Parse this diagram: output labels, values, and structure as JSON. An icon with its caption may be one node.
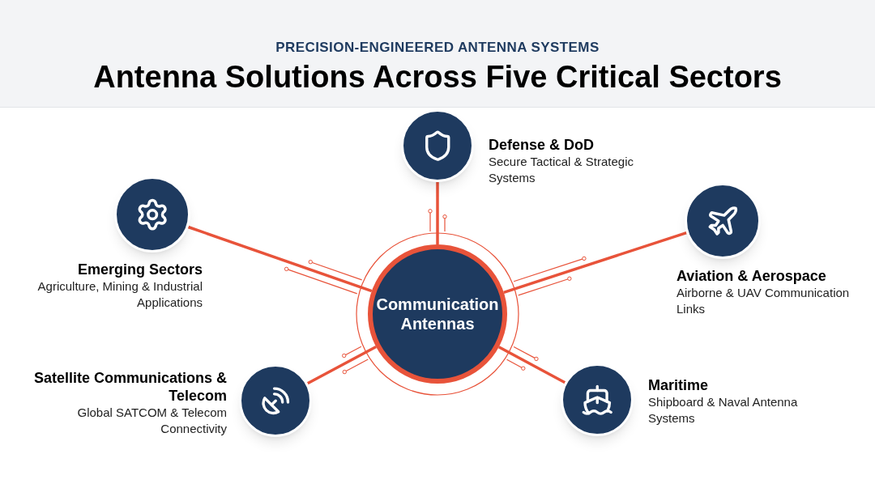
{
  "diagram": {
    "title": "Antenna Solutions Across Five Critical Sectors",
    "nodes": [
      {
        "text": [
          "Communication Antennas"
        ]
      },
      {
        "text": [],
        "shape": "circle",
        "beside": [
          "Defense & DoD",
          "Secure Tactical & Strategic Systems"
        ]
      },
      {
        "text": [],
        "shape": "circle",
        "beside": [
          "Emerging Sectors",
          "Agriculture, Mining & Industrial Applications"
        ]
      },
      {
        "text": [],
        "shape": "circle",
        "beside": [
          "Aviation & Aerospace",
          "Airborne & UAV Communication Links"
        ]
      },
      {
        "text": [],
        "shape": "circle",
        "beside": [
          "Satellite Communications & Telecom",
          "Global SATCOM & Telecom Connectivity"
        ]
      },
      {
        "text": [],
        "shape": "circle",
        "beside": [
          "Maritime",
          "Shipboard & Naval Antenna Systems"
        ]
      }
    ],
    "edges": [
      {
        "from": 0,
        "to": 1,
        "arrow": "none"
      },
      {
        "from": 0,
        "to": 2,
        "arrow": "none"
      },
      {
        "from": 0,
        "to": 3,
        "arrow": "none"
      },
      {
        "from": 0,
        "to": 4,
        "arrow": "none"
      },
      {
        "from": 0,
        "to": 5,
        "arrow": "none"
      }
    ],
    "labels": [
      "PRECISION-ENGINEERED ANTENNA SYSTEMS"
    ]
  }
}
